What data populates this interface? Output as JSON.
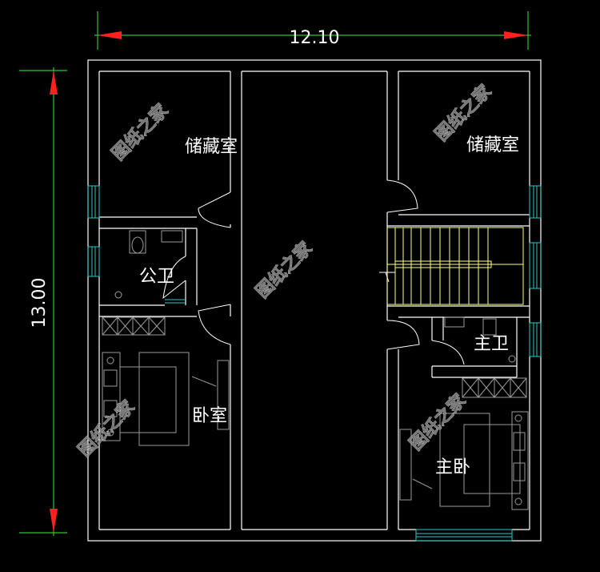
{
  "dimensions": {
    "width": "12.10",
    "height": "13.00"
  },
  "rooms": {
    "storage_left": "储藏室",
    "storage_right": "储藏室",
    "public_bath": "公卫",
    "master_bath": "主卫",
    "bedroom": "卧室",
    "master_bedroom": "主卧"
  },
  "watermark": "图纸之家",
  "colors": {
    "wall": "#ffffff",
    "window": "#2ec7c7",
    "dimension_line": "#2ec72e",
    "arrow": "#ff2020",
    "stairs": "#ffff80",
    "furniture": "#9a9a9a",
    "background": "#000000"
  }
}
